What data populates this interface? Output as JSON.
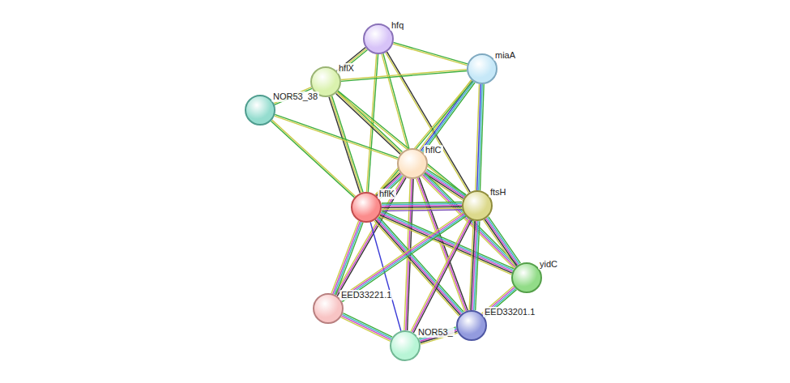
{
  "diagram": {
    "nodes": [
      {
        "text": [
          "hfq"
        ]
      },
      {
        "text": [
          "miaA"
        ]
      },
      {
        "text": [
          "hflX"
        ]
      },
      {
        "text": [
          "NOR53_38"
        ]
      },
      {
        "text": [
          "hflC"
        ]
      },
      {
        "text": [
          "hflK"
        ]
      },
      {
        "text": [
          "ftsH"
        ]
      },
      {
        "text": [
          "yidC"
        ]
      },
      {
        "text": [
          "EED33221.1"
        ]
      },
      {
        "text": [
          "EED33201.1"
        ]
      },
      {
        "text": [
          "NOR53_"
        ]
      }
    ],
    "edges": [
      {
        "from": 0,
        "to": 2,
        "arrow": "none"
      },
      {
        "from": 0,
        "to": 1,
        "arrow": "none"
      },
      {
        "from": 0,
        "to": 4,
        "arrow": "none"
      },
      {
        "from": 0,
        "to": 5,
        "arrow": "none"
      },
      {
        "from": 0,
        "to": 6,
        "arrow": "none"
      },
      {
        "from": 1,
        "to": 2,
        "arrow": "none"
      },
      {
        "from": 1,
        "to": 4,
        "arrow": "none"
      },
      {
        "from": 1,
        "to": 5,
        "arrow": "none"
      },
      {
        "from": 1,
        "to": 6,
        "arrow": "none"
      },
      {
        "from": 2,
        "to": 3,
        "arrow": "none"
      },
      {
        "from": 2,
        "to": 4,
        "arrow": "none"
      },
      {
        "from": 2,
        "to": 5,
        "arrow": "none"
      },
      {
        "from": 2,
        "to": 6,
        "arrow": "none"
      },
      {
        "from": 3,
        "to": 4,
        "arrow": "none"
      },
      {
        "from": 3,
        "to": 5,
        "arrow": "none"
      },
      {
        "from": 4,
        "to": 5,
        "arrow": "none"
      },
      {
        "from": 4,
        "to": 6,
        "arrow": "none"
      },
      {
        "from": 4,
        "to": 7,
        "arrow": "none"
      },
      {
        "from": 4,
        "to": 8,
        "arrow": "none"
      },
      {
        "from": 4,
        "to": 9,
        "arrow": "none"
      },
      {
        "from": 4,
        "to": 10,
        "arrow": "none"
      },
      {
        "from": 5,
        "to": 6,
        "arrow": "none"
      },
      {
        "from": 5,
        "to": 7,
        "arrow": "none"
      },
      {
        "from": 5,
        "to": 8,
        "arrow": "none"
      },
      {
        "from": 5,
        "to": 9,
        "arrow": "none"
      },
      {
        "from": 5,
        "to": 10,
        "arrow": "none"
      },
      {
        "from": 6,
        "to": 7,
        "arrow": "none"
      },
      {
        "from": 6,
        "to": 8,
        "arrow": "none"
      },
      {
        "from": 6,
        "to": 9,
        "arrow": "none"
      },
      {
        "from": 6,
        "to": 10,
        "arrow": "none"
      },
      {
        "from": 7,
        "to": 9,
        "arrow": "none"
      },
      {
        "from": 8,
        "to": 10,
        "arrow": "none"
      },
      {
        "from": 10,
        "to": 9,
        "arrow": "none"
      }
    ]
  }
}
